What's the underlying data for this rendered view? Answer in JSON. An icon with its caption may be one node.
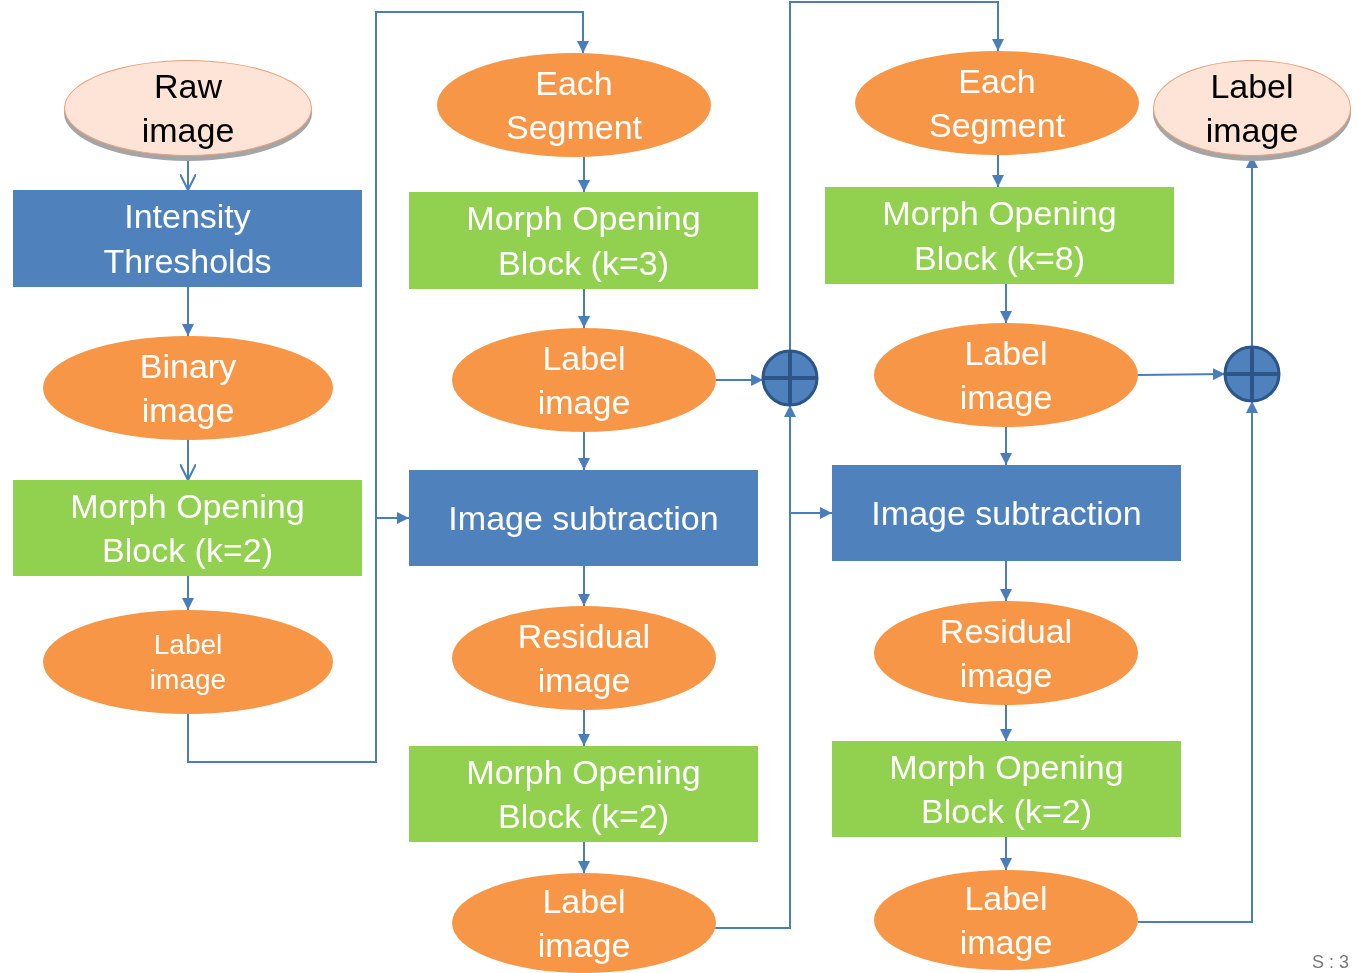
{
  "diagram": {
    "nodes": [
      {
        "text": [
          "Raw image"
        ]
      },
      {
        "text": [
          "Intensity Thresholds"
        ]
      },
      {
        "text": [
          "Binary image"
        ]
      },
      {
        "text": [
          "Morph Opening Block (k=2)"
        ]
      },
      {
        "text": [
          "Label image"
        ]
      },
      {
        "text": [
          "Each Segment"
        ]
      },
      {
        "text": [
          "Morph Opening Block (k=3)"
        ]
      },
      {
        "text": [
          "Label image"
        ]
      },
      {
        "text": [
          "Image subtraction"
        ]
      },
      {
        "text": [
          "Residual image"
        ]
      },
      {
        "text": [
          "Morph Opening Block (k=2)"
        ]
      },
      {
        "text": [
          "Label image"
        ]
      },
      {
        "text": [],
        "shape": "circle"
      },
      {
        "text": [
          "Each Segment"
        ]
      },
      {
        "text": [
          "Morph Opening Block (k=8)"
        ]
      },
      {
        "text": [
          "Label image"
        ]
      },
      {
        "text": [
          "Image subtraction"
        ]
      },
      {
        "text": [
          "Residual image"
        ]
      },
      {
        "text": [
          "Morph Opening Block (k=2)"
        ]
      },
      {
        "text": [
          "Label image"
        ]
      },
      {
        "text": [],
        "shape": "circle"
      },
      {
        "text": [
          "Label image"
        ]
      }
    ],
    "edges": [
      {
        "from": 0,
        "to": 1,
        "arrow": "to"
      },
      {
        "from": 1,
        "to": 2,
        "arrow": "to"
      },
      {
        "from": 2,
        "to": 3,
        "arrow": "to"
      },
      {
        "from": 3,
        "to": 4,
        "arrow": "to"
      },
      {
        "from": 4,
        "to": 5,
        "arrow": "to"
      },
      {
        "from": 4,
        "to": 8,
        "arrow": "to"
      },
      {
        "from": 5,
        "to": 6,
        "arrow": "to"
      },
      {
        "from": 6,
        "to": 7,
        "arrow": "to"
      },
      {
        "from": 7,
        "to": 12,
        "arrow": "to"
      },
      {
        "from": 7,
        "to": 8,
        "arrow": "to"
      },
      {
        "from": 8,
        "to": 9,
        "arrow": "to"
      },
      {
        "from": 9,
        "to": 10,
        "arrow": "to"
      },
      {
        "from": 10,
        "to": 11,
        "arrow": "to"
      },
      {
        "from": 11,
        "to": 12,
        "arrow": "to"
      },
      {
        "from": 11,
        "to": 16,
        "arrow": "to"
      },
      {
        "from": 12,
        "to": 13,
        "arrow": "to"
      },
      {
        "from": 13,
        "to": 14,
        "arrow": "to"
      },
      {
        "from": 14,
        "to": 15,
        "arrow": "to"
      },
      {
        "from": 15,
        "to": 20,
        "arrow": "to"
      },
      {
        "from": 15,
        "to": 16,
        "arrow": "to"
      },
      {
        "from": 16,
        "to": 17,
        "arrow": "to"
      },
      {
        "from": 17,
        "to": 18,
        "arrow": "to"
      },
      {
        "from": 18,
        "to": 19,
        "arrow": "to"
      },
      {
        "from": 19,
        "to": 20,
        "arrow": "to"
      },
      {
        "from": 20,
        "to": 21,
        "arrow": "to"
      }
    ],
    "labels": [
      "S : 3"
    ]
  }
}
